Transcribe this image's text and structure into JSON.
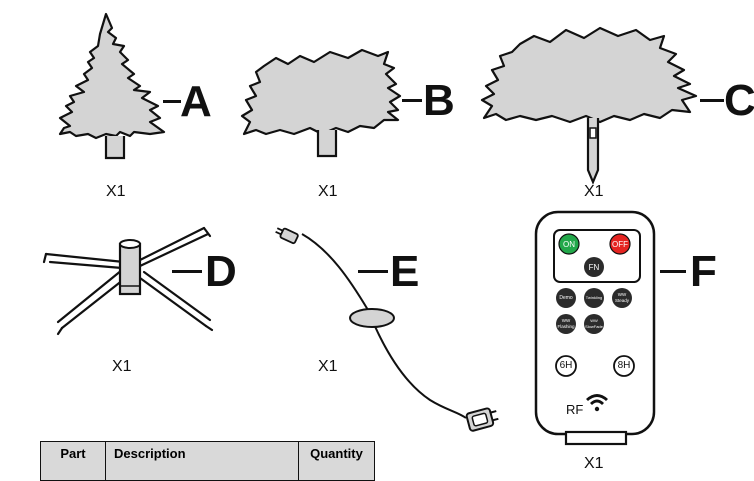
{
  "parts": [
    {
      "letter": "A",
      "qty": "X1"
    },
    {
      "letter": "B",
      "qty": "X1"
    },
    {
      "letter": "C",
      "qty": "X1"
    },
    {
      "letter": "D",
      "qty": "X1"
    },
    {
      "letter": "E",
      "qty": "X1"
    },
    {
      "letter": "F",
      "qty": "X1"
    }
  ],
  "remote": {
    "on": "ON",
    "off": "OFF",
    "fn": "FN",
    "demo": "Demo",
    "twinkling": "Twinkling",
    "ww_steady": [
      "WW",
      "Steady"
    ],
    "ww_flashing": [
      "WW",
      "Flashing"
    ],
    "ww_slowfade": [
      "WW",
      "SlowFade"
    ],
    "timer6": "6H",
    "timer8": "8H",
    "rf": "RF"
  },
  "table": {
    "headers": [
      "Part",
      "Description",
      "Quantity"
    ]
  },
  "colors": {
    "foliage": "#d4d4d4",
    "on_button": "#22a84a",
    "off_button": "#e52421",
    "dark_button": "#2b2b2b",
    "table_header": "#d9d9d9"
  }
}
